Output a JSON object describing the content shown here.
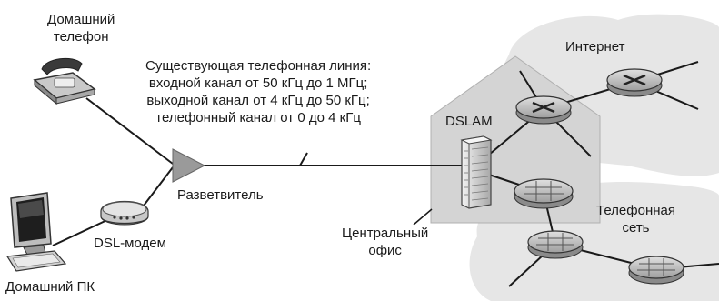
{
  "labels": {
    "home_phone": [
      "Домашний",
      "телефон"
    ],
    "line_caption": [
      "Существующая телефонная линия:",
      "входной канал от 50 кГц до 1 МГц;",
      "выходной канал  от 4 кГц до 50 кГц;",
      "телефонный канал  от 0 до 4 кГц"
    ],
    "splitter": "Разветвитель",
    "dsl_modem": "DSL-модем",
    "home_pc": "Домашний ПК",
    "dslam": "DSLAM",
    "central_office": [
      "Центральный",
      "офис"
    ],
    "internet": "Интернет",
    "phone_network": [
      "Телефонная",
      "сеть"
    ]
  },
  "colors": {
    "line": "#1a1a1a",
    "cloud": "#e6e6e6",
    "house": "#d4d4d4",
    "router": "#bdbdbd",
    "splitter": "#9a9a9a"
  }
}
